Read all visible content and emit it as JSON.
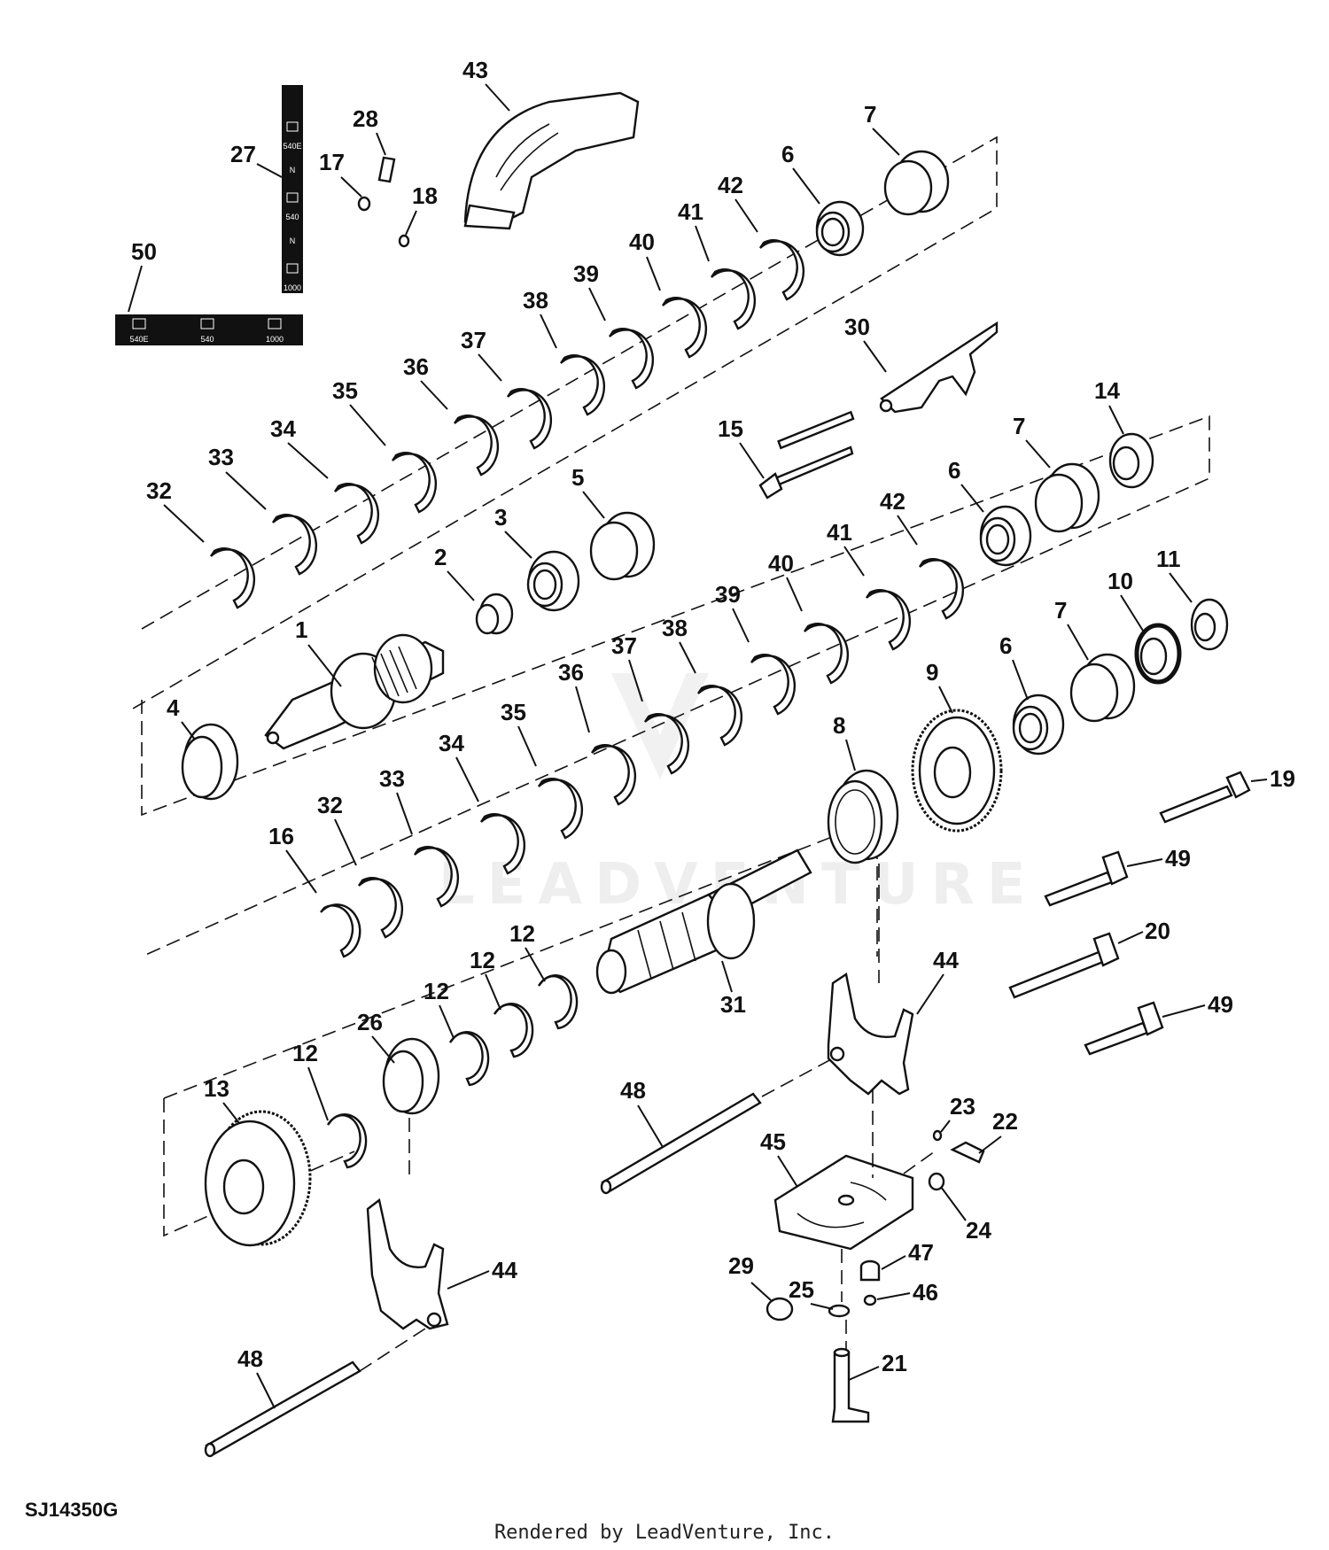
{
  "diagram": {
    "figure_id": "SJ14350G",
    "footer": "Rendered by LeadVenture, Inc.",
    "watermark": "LEADVENTURE",
    "decal_vertical": [
      "540E",
      "N",
      "540",
      "N",
      "1000"
    ],
    "decal_horizontal": [
      "540E",
      "540",
      "1000"
    ],
    "callouts": {
      "c43": "43",
      "c28": "28",
      "c17": "17",
      "c18": "18",
      "c27": "27",
      "c50": "50",
      "c7a": "7",
      "c6a": "6",
      "c42a": "42",
      "c41a": "41",
      "c40a": "40",
      "c39a": "39",
      "c38a": "38",
      "c37a": "37",
      "c36a": "36",
      "c35a": "35",
      "c34a": "34",
      "c33a": "33",
      "c32a": "32",
      "c30": "30",
      "c15": "15",
      "c14": "14",
      "c7b": "7",
      "c6b": "6",
      "c42b": "42",
      "c41b": "41",
      "c5": "5",
      "c3": "3",
      "c2": "2",
      "c1": "1",
      "c4": "4",
      "c40b": "40",
      "c39b": "39",
      "c38b": "38",
      "c37b": "37",
      "c36b": "36",
      "c35b": "35",
      "c34b": "34",
      "c33b": "33",
      "c32b": "32",
      "c16": "16",
      "c11": "11",
      "c10": "10",
      "c7c": "7",
      "c6c": "6",
      "c9": "9",
      "c8": "8",
      "c19": "19",
      "c49a": "49",
      "c20": "20",
      "c49b": "49",
      "c44a": "44",
      "c31": "31",
      "c12a": "12",
      "c12b": "12",
      "c12c": "12",
      "c12d": "12",
      "c26": "26",
      "c13": "13",
      "c48a": "48",
      "c23": "23",
      "c22": "22",
      "c45": "45",
      "c24": "24",
      "c47": "47",
      "c46": "46",
      "c44b": "44",
      "c29": "29",
      "c25": "25",
      "c21": "21",
      "c48b": "48"
    }
  }
}
